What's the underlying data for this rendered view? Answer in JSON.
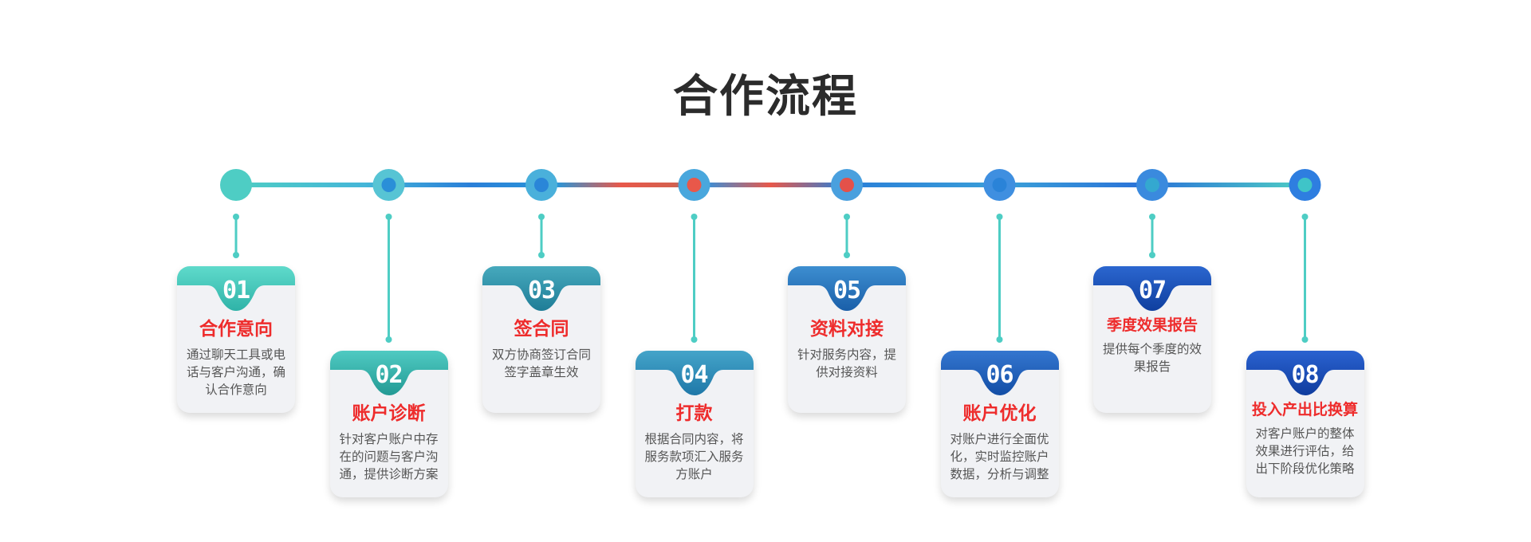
{
  "title": "合作流程",
  "colors": {
    "title": "#2b2b2b",
    "step_title": "#ee2c2c",
    "line_teal": "#4ecdc4",
    "line_blue": "#2a7fd8",
    "line_red": "#e8584a"
  },
  "steps": [
    {
      "num": "01",
      "title": "合作意向",
      "desc": "通过聊天工具或电话与客户沟通，确认合作意向"
    },
    {
      "num": "02",
      "title": "账户诊断",
      "desc": "针对客户账户中存在的问题与客户沟通，提供诊断方案"
    },
    {
      "num": "03",
      "title": "签合同",
      "desc": "双方协商签订合同签字盖章生效"
    },
    {
      "num": "04",
      "title": "打款",
      "desc": "根据合同内容，将服务款项汇入服务方账户"
    },
    {
      "num": "05",
      "title": "资料对接",
      "desc": "针对服务内容，提供对接资料"
    },
    {
      "num": "06",
      "title": "账户优化",
      "desc": "对账户进行全面优化，实时监控账户数据，分析与调整"
    },
    {
      "num": "07",
      "title": "季度效果报告",
      "desc": "提供每个季度的效果报告"
    },
    {
      "num": "08",
      "title": "投入产出比换算",
      "desc": "对客户账户的整体效果进行评估，给出下阶段优化策略"
    }
  ]
}
